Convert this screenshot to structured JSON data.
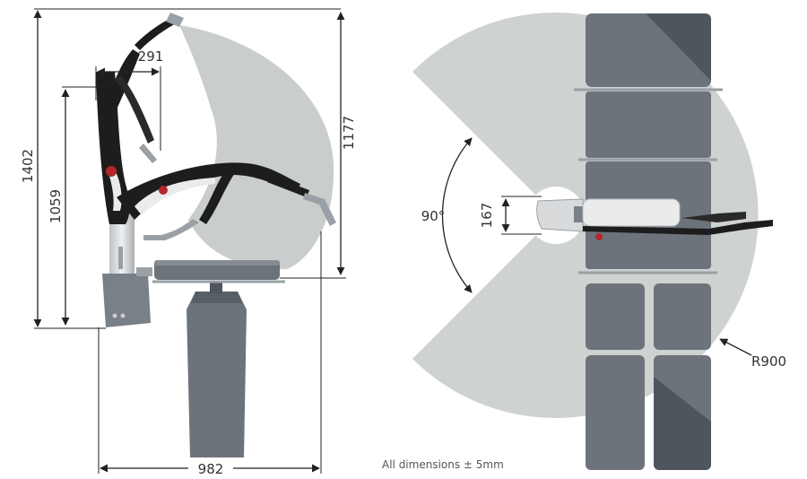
{
  "dimensions": {
    "total_height": "1402",
    "column_height": "1059",
    "arm_reach": "291",
    "table_top_height": "1177",
    "base_width": "982",
    "rotation_angle": "90°",
    "arm_height": "167",
    "radius": "R900"
  },
  "note": "All dimensions ± 5mm",
  "colors": {
    "sweep": "#c9cdcb",
    "table": "#6d737b",
    "table_dark": "#4f555c",
    "arm": "#1d1d1d",
    "metal": "#d8dadc",
    "accent_red": "#b3262a",
    "line": "#222222"
  }
}
